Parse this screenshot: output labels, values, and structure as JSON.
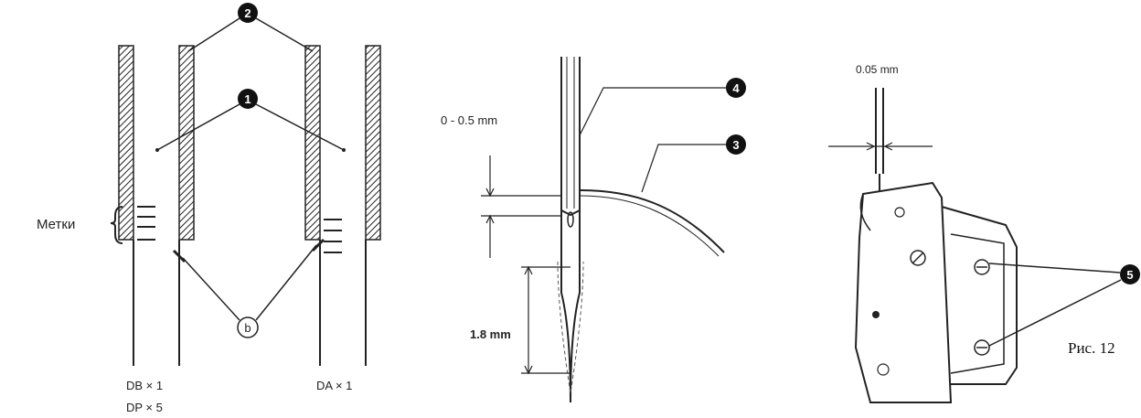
{
  "labels": {
    "marks": "Метки",
    "left_needle_types": [
      "DB × 1",
      "DP × 5"
    ],
    "right_needle_type": "DA × 1",
    "gap_top": "0 - 0.5 mm",
    "gap_bottom": "1.8 mm",
    "hook_gap": "0.05 mm",
    "caption": "Рис. 12"
  },
  "callouts": {
    "c1": "1",
    "c2": "2",
    "c3": "3",
    "c4": "4",
    "c5": "5",
    "cb": "b"
  }
}
